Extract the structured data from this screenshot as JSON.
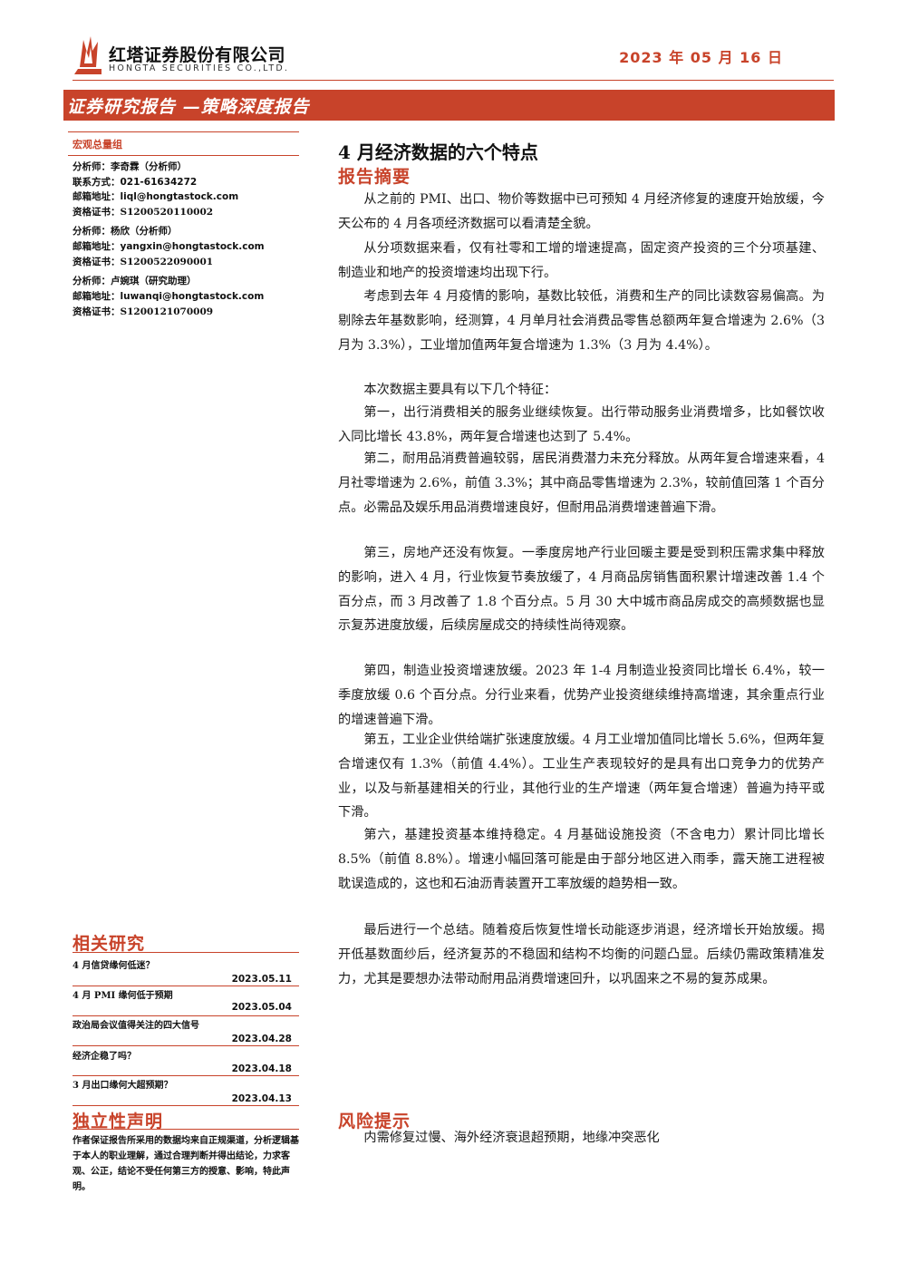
{
  "header": {
    "company_cn": "红塔证券股份有限公司",
    "company_en": "HONGTA SECURITIES CO.,LTD.",
    "date": "2023 年 05 月 16 日",
    "report_type": "证券研究报告 —策略深度报告",
    "accent_color": "#c8432a"
  },
  "sidebar": {
    "team": "宏观总量组",
    "analysts": [
      {
        "name_label": "分析师：",
        "name": "李奇霖（分析师）",
        "lines": [
          {
            "label": "联系方式：",
            "value": "021-61634272"
          },
          {
            "label": "邮箱地址：",
            "value": "liql@hongtastock.com"
          },
          {
            "label": "资格证书：",
            "value": "S1200520110002"
          }
        ]
      },
      {
        "name_label": "分析师：",
        "name": "杨欣（分析师）",
        "lines": [
          {
            "label": "邮箱地址：",
            "value": "yangxin@hongtastock.com"
          },
          {
            "label": "资格证书：",
            "value": "S1200522090001"
          }
        ]
      },
      {
        "name_label": "分析师：",
        "name": "卢婉琪（研究助理）",
        "lines": [
          {
            "label": "邮箱地址：",
            "value": "luwanqi@hongtastock.com"
          },
          {
            "label": "资格证书：",
            "value": "S1200121070009"
          }
        ]
      }
    ],
    "related_heading": "相关研究",
    "related": [
      {
        "title": "4 月信贷缘何低迷？",
        "date": "2023.05.11"
      },
      {
        "title": "4 月 PMI 缘何低于预期",
        "date": "2023.05.04"
      },
      {
        "title": "政治局会议值得关注的四大信号",
        "date": "2023.04.28"
      },
      {
        "title": "经济企稳了吗？",
        "date": "2023.04.18"
      },
      {
        "title": "3 月出口缘何大超预期？",
        "date": "2023.04.13"
      }
    ],
    "disclaimer_heading": "独立性声明",
    "disclaimer_text": "作者保证报告所采用的数据均来自正规渠道，分析逻辑基于本人的职业理解，通过合理判断并得出结论，力求客观、公正，结论不受任何第三方的授意、影响，特此声明。"
  },
  "main": {
    "title": "4 月经济数据的六个特点",
    "summary_heading": "报告摘要",
    "paragraphs": [
      "从之前的 PMI、出口、物价等数据中已可预知 4 月经济修复的速度开始放缓，今天公布的 4 月各项经济数据可以看清楚全貌。",
      "从分项数据来看，仅有社零和工增的增速提高，固定资产投资的三个分项基建、制造业和地产的投资增速均出现下行。",
      "考虑到去年 4 月疫情的影响，基数比较低，消费和生产的同比读数容易偏高。为剔除去年基数影响，经测算，4 月单月社会消费品零售总额两年复合增速为 2.6%（3 月为 3.3%），工业增加值两年复合增速为 1.3%（3 月为 4.4%）。",
      "本次数据主要具有以下几个特征：",
      "第一，出行消费相关的服务业继续恢复。出行带动服务业消费增多，比如餐饮收入同比增长 43.8%，两年复合增速也达到了 5.4%。",
      "第二，耐用品消费普遍较弱，居民消费潜力未充分释放。从两年复合增速来看，4 月社零增速为 2.6%，前值 3.3%；其中商品零售增速为 2.3%，较前值回落 1 个百分点。必需品及娱乐用品消费增速良好，但耐用品消费增速普遍下滑。",
      "第三，房地产还没有恢复。一季度房地产行业回暖主要是受到积压需求集中释放的影响，进入 4 月，行业恢复节奏放缓了，4 月商品房销售面积累计增速改善 1.4 个百分点，而 3 月改善了 1.8 个百分点。5 月 30 大中城市商品房成交的高频数据也显示复苏进度放缓，后续房屋成交的持续性尚待观察。",
      "第四，制造业投资增速放缓。2023 年 1-4 月制造业投资同比增长 6.4%，较一季度放缓 0.6 个百分点。分行业来看，优势产业投资继续维持高增速，其余重点行业的增速普遍下滑。",
      "第五，工业企业供给端扩张速度放缓。4 月工业增加值同比增长 5.6%，但两年复合增速仅有 1.3%（前值 4.4%）。工业生产表现较好的是具有出口竞争力的优势产业，以及与新基建相关的行业，其他行业的生产增速（两年复合增速）普遍为持平或下滑。",
      "第六，基建投资基本维持稳定。4 月基础设施投资（不含电力）累计同比增长 8.5%（前值 8.8%）。增速小幅回落可能是由于部分地区进入雨季，露天施工进程被耽误造成的，这也和石油沥青装置开工率放缓的趋势相一致。",
      "最后进行一个总结。随着疫后恢复性增长动能逐步消退，经济增长开始放缓。揭开低基数面纱后，经济复苏的不稳固和结构不均衡的问题凸显。后续仍需政策精准发力，尤其是要想办法带动耐用品消费增速回升，以巩固来之不易的复苏成果。"
    ],
    "risk_heading": "风险提示",
    "risk_text": "内需修复过慢、海外经济衰退超预期，地缘冲突恶化"
  }
}
